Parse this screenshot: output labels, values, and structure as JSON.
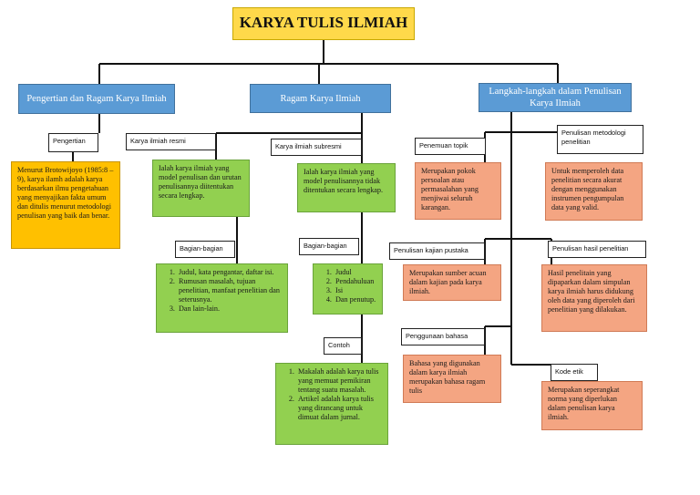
{
  "title": "KARYA TULIS ILMIAH",
  "branches": {
    "pengertian": "Pengertian dan Ragam Karya Ilmiah",
    "ragam": "Ragam Karya Ilmiah",
    "langkah": "Langkah-langkah dalam Penulisan Karya Ilmiah"
  },
  "pengertian": {
    "label": "Pengertian",
    "text": "Menurut Brotowijoyo (1985:8 – 9), karya ilamh adalah karya berdasarkan ilmu pengetahuan yang menyajikan fakta umum dan ditulis menurut metodologi penulisan yang baik dan benar."
  },
  "resmi": {
    "label": "Karya ilmiah resmi",
    "text": "Ialah karya ilmiah yang model penulisan dan urutan penulisannya diitentukan secara lengkap.",
    "bagian_label": "Bagian-bagian",
    "bagian": [
      "Judul, kata pengantar, daftar isi.",
      "Rumusan masalah, tujuan penelitian, manfaat penelitian dan seterusnya.",
      "Dan lain-lain."
    ]
  },
  "subresmi": {
    "label": "Karya ilmiah subresmi",
    "text": "Ialah karya ilmiah yang model penulisannya tidak ditentukan secara lengkap.",
    "bagian_label": "Bagian-bagian",
    "bagian": [
      "Judul",
      "Pendahuluan",
      "Isi",
      "Dan penutup."
    ],
    "contoh_label": "Contoh",
    "contoh": [
      "Makalah adalah karya tulis yang memuat pemikiran tentang suatu masalah.",
      "Artikel adalah karya tulis yang dirancang untuk dimuat dalam jurnal."
    ]
  },
  "langkah": {
    "topik": {
      "label": "Penemuan topik",
      "text": "Merupakan pokok persoalan atau permasalahan yang menjiwai seluruh karangan."
    },
    "metodologi": {
      "label": "Penulisan metodologi penelitian",
      "text": "Untuk memperoleh data penelitian secara akurat dengan menggunakan instrumen pengumpulan data yang valid."
    },
    "kajian": {
      "label": "Penulisan kajian pustaka",
      "text": "Merupakan sumber acuan dalam kajian pada karya ilmiah."
    },
    "hasil": {
      "label": "Penulisan hasil penelitian",
      "text": "Hasil penelitain yang dipaparkan dalam simpulan karya ilmiah harus didukung oleh data yang diperoleh dari penelitian yang dilakukan."
    },
    "bahasa": {
      "label": "Penggunaan bahasa",
      "text": "Bahasa yang digunakan dalam karya ilmiah merupakan bahasa ragam tulis"
    },
    "kode": {
      "label": "Kode etik",
      "text": "Merupakan seperangkat norma yang diperlukan dalam penulisan karya ilmiah."
    }
  }
}
